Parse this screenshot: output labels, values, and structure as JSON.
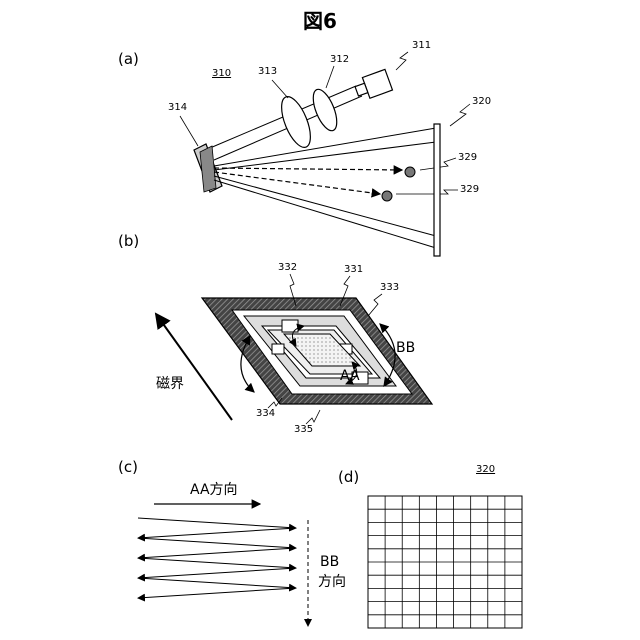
{
  "figure_title": "図6",
  "panel_a": {
    "label": "(a)",
    "ref_310": "310",
    "ref_311": "311",
    "ref_312": "312",
    "ref_313": "313",
    "ref_314": "314",
    "ref_320": "320",
    "ref_329a": "329",
    "ref_329b": "329"
  },
  "panel_b": {
    "label": "(b)",
    "ref_331": "331",
    "ref_332": "332",
    "ref_333": "333",
    "ref_334": "334",
    "ref_335": "335",
    "label_bb": "BB",
    "label_aa": "AA",
    "label_field": "磁界"
  },
  "panel_c": {
    "label": "(c)",
    "aa_direction": "AA方向",
    "bb_label": "BB",
    "bb_direction": "方向"
  },
  "panel_d": {
    "label": "(d)",
    "ref_320": "320",
    "grid_rows": 10,
    "grid_cols": 9
  },
  "colors": {
    "ink": "#000000",
    "frame": "#555555",
    "dot_fill": "#777777"
  }
}
